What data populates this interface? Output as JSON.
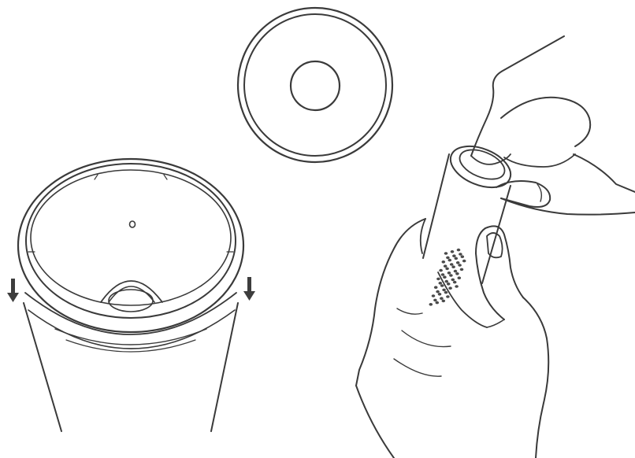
{
  "colors": {
    "line": "#3a3a3a",
    "arrow": "#3d3d3d",
    "background": "#ffffff",
    "grip_dot": "#4a4a4a"
  },
  "panels": [
    {
      "id": "lid-seal",
      "icon": "seal-disc-icon"
    },
    {
      "id": "seal-ring-fitting",
      "icon": "cup-rim-icon"
    },
    {
      "id": "hand-pressing-seal",
      "icon": "hand-press-icon"
    }
  ],
  "arrows": [
    {
      "icon": "arrow-down-icon",
      "direction": "down",
      "side": "left"
    },
    {
      "icon": "arrow-down-icon",
      "direction": "down",
      "side": "right"
    }
  ]
}
